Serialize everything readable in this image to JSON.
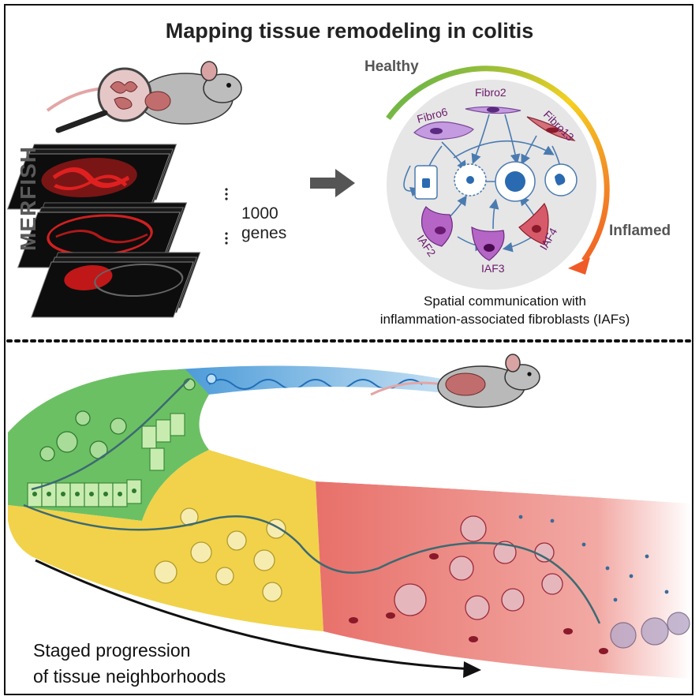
{
  "title": "Mapping tissue remodeling in colitis",
  "merfish_label": "MERFISH",
  "genes_count": "1000",
  "genes_word": "genes",
  "healthy_label": "Healthy",
  "inflamed_label": "Inflamed",
  "cell_types": [
    "Fibro6",
    "Fibro2",
    "Fibro13",
    "IAF2",
    "IAF3",
    "IAF4"
  ],
  "caption_line1": "Spatial communication with",
  "caption_line2": "inflammation-associated fibroblasts (IAFs)",
  "staged_line1": "Staged progression",
  "staged_line2": "of tissue neighborhoods",
  "colors": {
    "healthy_green": "#4caf50",
    "epithelium_yellow": "#f2d54a",
    "inflamed_red": "#e8706a",
    "water_blue": "#6aaee0",
    "arrow_orange": "#f05a28",
    "fibro_purple": "#b068c8"
  }
}
